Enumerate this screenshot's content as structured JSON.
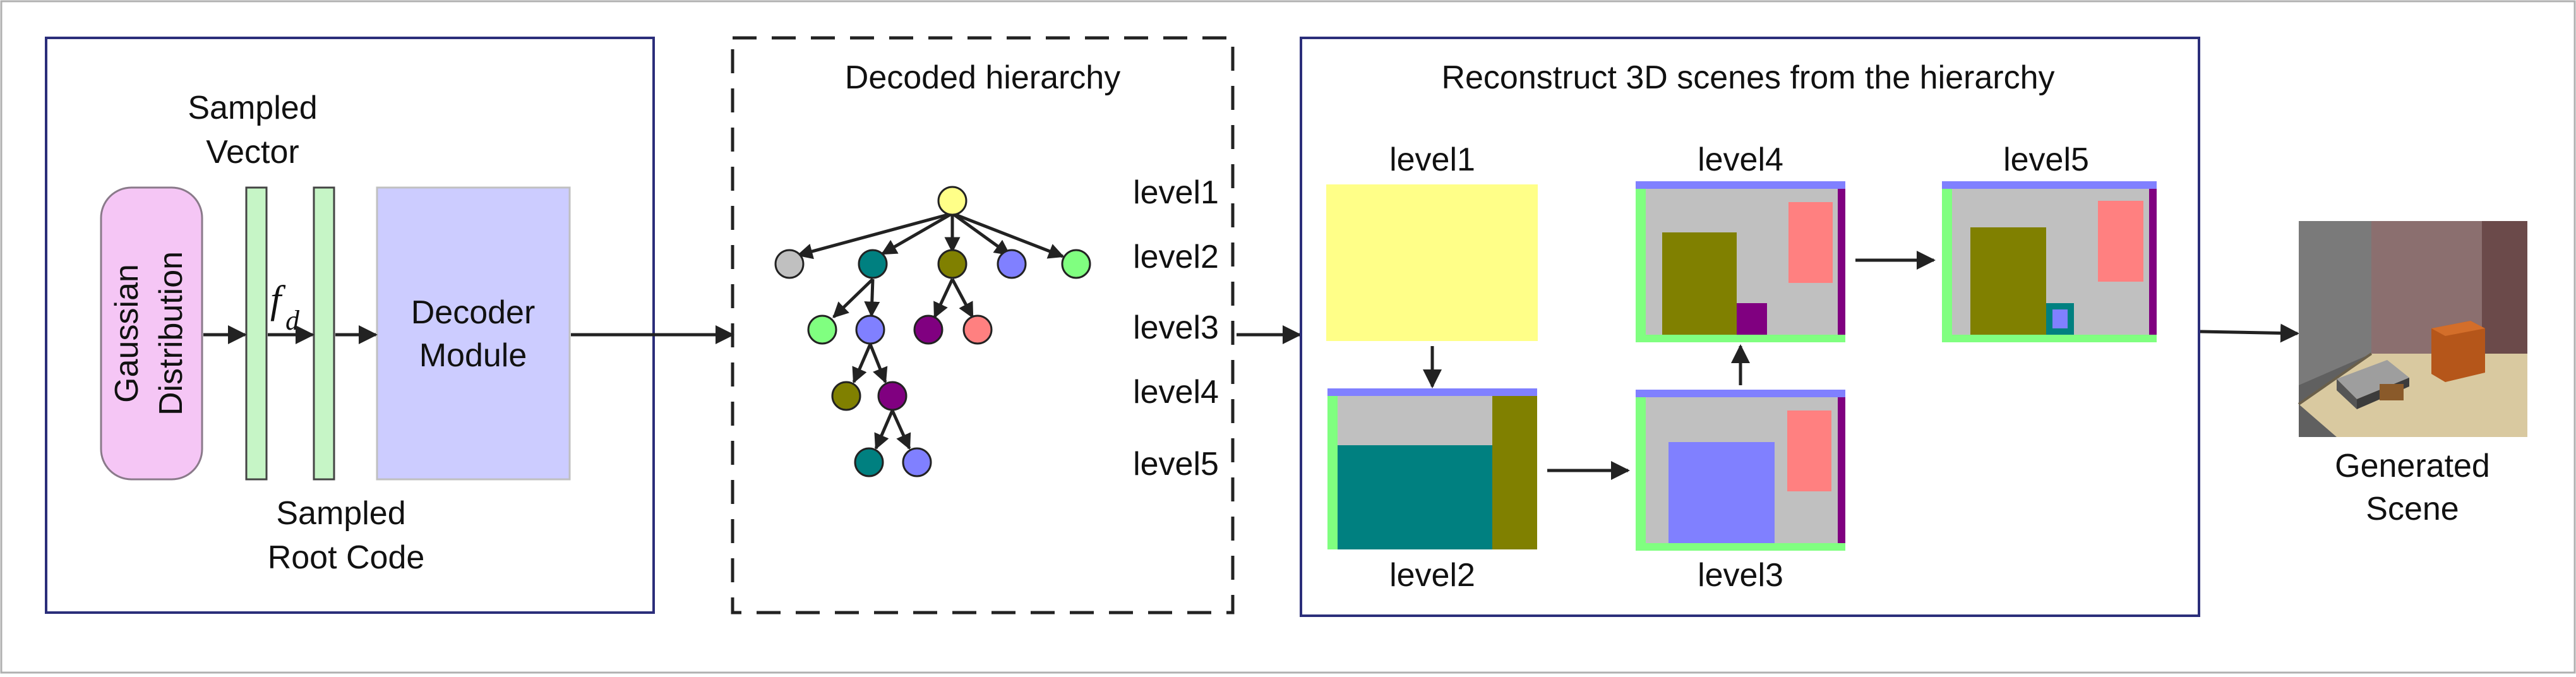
{
  "encoder_panel": {
    "sampled_vector_line1": "Sampled",
    "sampled_vector_line2": "Vector",
    "gaussian_line1": "Gaussian",
    "gaussian_line2": "Distribution",
    "fd_symbol": "f",
    "fd_subscript": "d",
    "decoder_line1": "Decoder",
    "decoder_line2": "Module",
    "root_code_line1": "Sampled",
    "root_code_line2": "Root Code"
  },
  "hierarchy_panel": {
    "title": "Decoded hierarchy",
    "levels": [
      "level1",
      "level2",
      "level3",
      "level4",
      "level5"
    ]
  },
  "reconstruct_panel": {
    "title": "Reconstruct 3D scenes from the hierarchy",
    "labels": {
      "level1": "level1",
      "level2": "level2",
      "level3": "level3",
      "level4": "level4",
      "level5": "level5"
    }
  },
  "output": {
    "line1": "Generated",
    "line2": "Scene"
  },
  "colors": {
    "panel_border": "#2b2e7a",
    "gaussian_fill": "#f5c6f5",
    "bar_fill": "#c6f5c6",
    "decoder_fill": "#ccccff",
    "yellow": "#ffff88",
    "teal": "#008080",
    "olive": "#808000",
    "purple": "#800080",
    "periwinkle": "#8080ff",
    "salmon": "#ff8080",
    "light_green": "#80ff80",
    "gray": "#c0c0c0"
  }
}
